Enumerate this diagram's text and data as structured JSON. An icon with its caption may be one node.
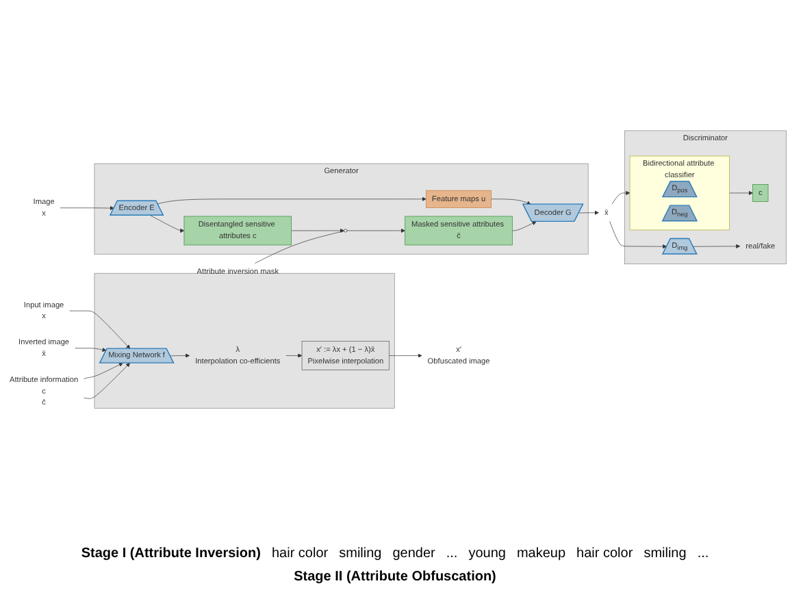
{
  "diagram": {
    "nodes": [
      {
        "text": [
          "Image",
          "x"
        ]
      },
      {
        "text": [
          "Generator"
        ]
      },
      {
        "text": [
          "Encoder E"
        ],
        "in": 1
      },
      {
        "text": [
          "Feature maps u"
        ],
        "in": 1
      },
      {
        "text": [
          "Disentangled sensitive attributes c"
        ],
        "in": 1
      },
      {
        "text": [],
        "shape": "circle",
        "in": 1
      },
      {
        "text": [
          "Masked sensitive attributes c̄"
        ],
        "in": 1
      },
      {
        "text": [
          "Decoder G"
        ],
        "in": 1
      },
      {
        "text": [
          "Attribute inversion mask"
        ]
      },
      {
        "text": [
          "x̄"
        ]
      },
      {
        "text": [
          "Discriminator"
        ]
      },
      {
        "text": [
          "Bidirectional attribute classifier"
        ],
        "in": 10
      },
      {
        "text": [
          "D$_{pos}$"
        ],
        "in": 11
      },
      {
        "text": [
          "D$_{neg}$"
        ],
        "in": 11
      },
      {
        "text": [
          "c"
        ],
        "in": 10
      },
      {
        "text": [
          "D$_{img}$"
        ],
        "in": 10
      },
      {
        "text": [
          "real/fake"
        ],
        "in": 10
      },
      {
        "text": [
          "Input image",
          "x"
        ]
      },
      {
        "text": [
          "Inverted image",
          "x̄"
        ]
      },
      {
        "text": [
          "Attribute information",
          "c",
          "c̄"
        ]
      },
      {
        "text": [],
        "shape": "box"
      },
      {
        "text": [
          "Mixing Network f"
        ],
        "in": 20
      },
      {
        "text": [
          "λ",
          "Interpolation co-efficients"
        ],
        "in": 20
      },
      {
        "text": [
          "x′ := λx + (1 − λ)x̄",
          "Pixelwise interpolation"
        ],
        "in": 20
      },
      {
        "text": [
          "x′",
          "Obfuscated image"
        ]
      }
    ],
    "edges": [
      {
        "from": 0,
        "to": 2,
        "arrow": "to"
      },
      {
        "from": 2,
        "to": 3,
        "arrow": "to"
      },
      {
        "from": 2,
        "to": 4,
        "arrow": "to"
      },
      {
        "from": 3,
        "to": 7,
        "arrow": "to"
      },
      {
        "from": 4,
        "to": 5,
        "arrow": "to"
      },
      {
        "from": 8,
        "to": 5,
        "arrow": "none"
      },
      {
        "from": 5,
        "to": 6,
        "arrow": "to"
      },
      {
        "from": 6,
        "to": 7,
        "arrow": "to"
      },
      {
        "from": 7,
        "to": 9,
        "arrow": "to"
      },
      {
        "from": 9,
        "to": 11,
        "arrow": "to"
      },
      {
        "from": 9,
        "to": 15,
        "arrow": "to"
      },
      {
        "from": 11,
        "to": 14,
        "arrow": "to"
      },
      {
        "from": 15,
        "to": 16,
        "arrow": "to"
      },
      {
        "from": 17,
        "to": 21,
        "arrow": "to"
      },
      {
        "from": 18,
        "to": 21,
        "arrow": "to"
      },
      {
        "from": 19,
        "to": 21,
        "arrow": "to"
      },
      {
        "from": 19,
        "to": 21,
        "arrow": "to"
      },
      {
        "from": 21,
        "to": 22,
        "arrow": "to"
      },
      {
        "from": 22,
        "to": 23,
        "arrow": "to"
      },
      {
        "from": 23,
        "to": 24,
        "arrow": "to"
      }
    ],
    "labels": [
      "Stage I (Attribute Inversion)",
      "hair color",
      "smiling",
      "gender",
      "...",
      "young",
      "makeup",
      "hair color",
      "smiling",
      "...",
      "Stage II (Attribute Obfuscation)"
    ]
  }
}
